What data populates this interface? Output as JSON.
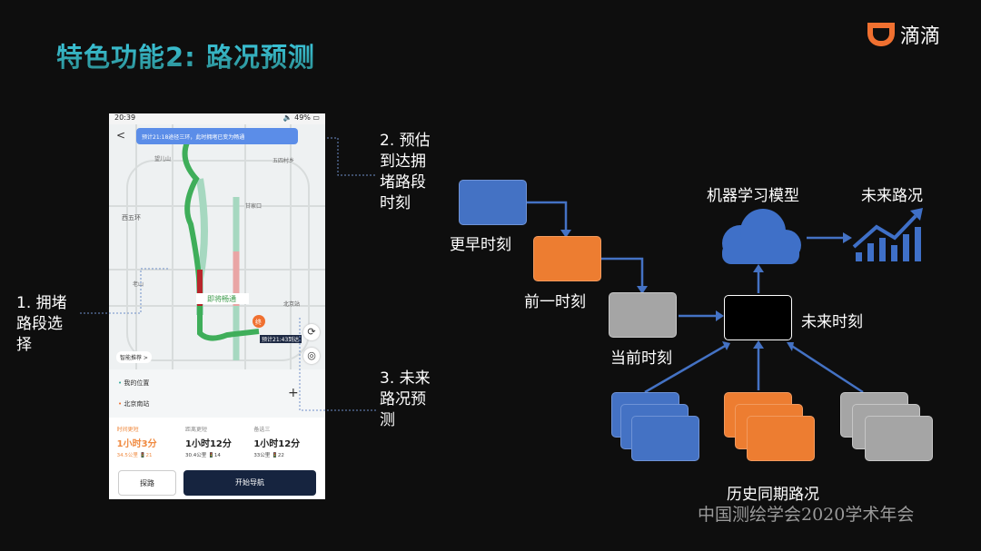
{
  "title": "特色功能2: 路况预测",
  "logo": {
    "text": "滴滴",
    "color": "#f07030"
  },
  "phone": {
    "status_time": "20:39",
    "status_battery": "49%",
    "banner": "预计21:18途径三环，此时拥堵已变为畅通",
    "map_labels": [
      "望儿山",
      "五四村乡",
      "西五环",
      "甘家口",
      "老山",
      "北京站",
      "即将畅通",
      "终",
      "预计21:43到达"
    ],
    "smart_recommend": "智能推荐 >",
    "origin": "我的位置",
    "destination": "北京南站",
    "routes": [
      {
        "tag": "时间更短",
        "time": "1小时3分",
        "detail": "34.5公里 🚦21",
        "selected": true
      },
      {
        "tag": "距离更短",
        "time": "1小时12分",
        "detail": "30.4公里 🚦14",
        "selected": false
      },
      {
        "tag": "备选三",
        "time": "1小时12分",
        "detail": "33公里 🚦22",
        "selected": false
      }
    ],
    "probe_button": "探路",
    "nav_button": "开始导航"
  },
  "annotations": {
    "a1": [
      "1. 拥堵",
      "路段选",
      "择"
    ],
    "a2": [
      "2. 预估",
      "到达拥",
      "堵路段",
      "时刻"
    ],
    "a3": [
      "3. 未来",
      "路况预",
      "测"
    ]
  },
  "diagram": {
    "earlier": "更早时刻",
    "previous": "前一时刻",
    "current": "当前时刻",
    "future": "未来时刻",
    "model": "机器学习模型",
    "future_traffic": "未来路况",
    "history": "历史同期路况",
    "colors": {
      "blue": "#4472c4",
      "orange": "#ed7d31",
      "gray": "#a5a5a5",
      "arrow": "#4472c4"
    }
  },
  "watermark": "中国测绘学会2020学术年会"
}
